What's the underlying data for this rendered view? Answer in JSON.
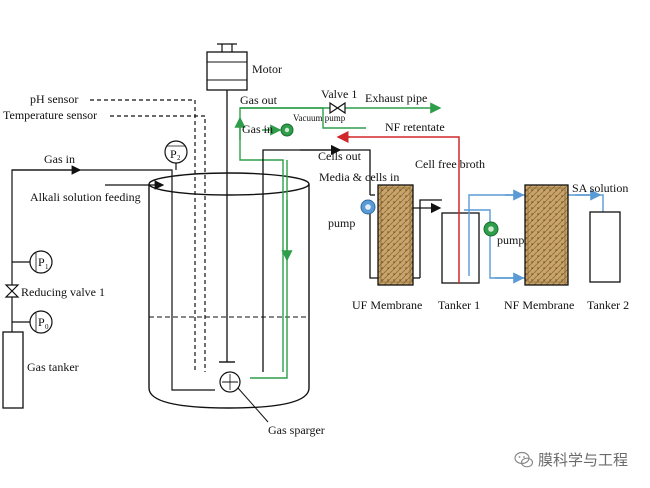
{
  "labels": {
    "motor": "Motor",
    "ph_sensor": "pH sensor",
    "temperature_sensor": "Temperature sensor",
    "gas_out": "Gas out",
    "gas_in_top": "Gas in",
    "vacuum_pump": "Vacuum pump",
    "valve1": "Valve 1",
    "exhaust_pipe": "Exhaust pipe",
    "nf_retentate": "NF retentate",
    "cells_out": "Cells out",
    "media_cells_in": "Media & cells in",
    "cell_free_broth": "Cell free broth",
    "sa_solution": "SA solution",
    "gas_in_left": "Gas in",
    "alkali": "Alkali  solution feeding",
    "p2": "P",
    "p2_sub": "2",
    "p1": "P",
    "p1_sub": "1",
    "p0": "P",
    "p0_sub": "0",
    "reducing_valve": "Reducing valve 1",
    "gas_tanker": "Gas tanker",
    "pump_left": "pump",
    "pump_right": "pump",
    "uf_membrane": "UF Membrane",
    "tanker1": "Tanker 1",
    "nf_membrane": "NF Membrane",
    "tanker2": "Tanker 2",
    "gas_sparger": "Gas sparger"
  },
  "watermark": {
    "text": "膜科学与工程",
    "icon": "wechat-icon"
  },
  "colors": {
    "green_line": "#2e9e4a",
    "red_line": "#d0282a",
    "blue_line": "#5a9bd5",
    "black_line": "#111111",
    "membrane_fill": "#c8a46a"
  }
}
